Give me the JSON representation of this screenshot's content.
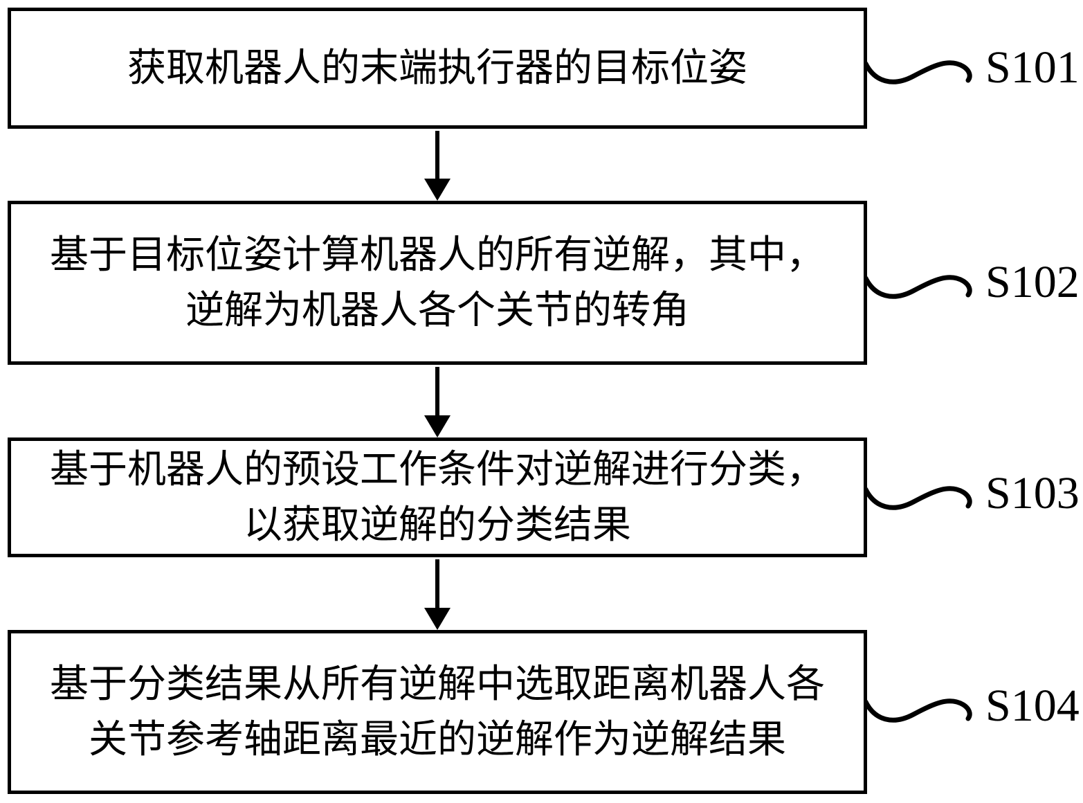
{
  "flowchart": {
    "colors": {
      "ink": "#000000",
      "background": "#ffffff"
    },
    "steps": [
      {
        "label": "S101",
        "lines": [
          "获取机器人的末端执行器的目标位姿"
        ]
      },
      {
        "label": "S102",
        "lines": [
          "基于目标位姿计算机器人的所有逆解，其中，",
          "逆解为机器人各个关节的转角"
        ]
      },
      {
        "label": "S103",
        "lines": [
          "基于机器人的预设工作条件对逆解进行分类，",
          "以获取逆解的分类结果"
        ]
      },
      {
        "label": "S104",
        "lines": [
          "基于分类结果从所有逆解中选取距离机器人各",
          "关节参考轴距离最近的逆解作为逆解结果"
        ]
      }
    ]
  }
}
